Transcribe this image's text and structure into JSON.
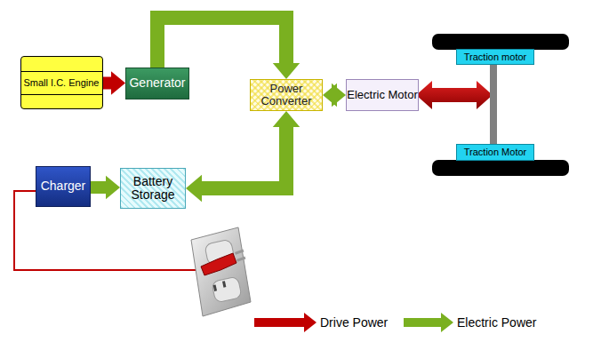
{
  "diagram": {
    "nodes": [
      {
        "text": [
          "Small I.C. Engine"
        ]
      },
      {
        "text": [
          "Generator"
        ]
      },
      {
        "text": [
          "Power Converter"
        ]
      },
      {
        "text": [
          "Electric Motor"
        ]
      },
      {
        "text": [
          "Traction motor"
        ]
      },
      {
        "text": [
          "Traction Motor"
        ]
      },
      {
        "text": [
          "Charger"
        ]
      },
      {
        "text": [
          "Battery Storage"
        ]
      }
    ],
    "edges": [
      {
        "from": 0,
        "to": 1,
        "arrow": "to"
      },
      {
        "from": 1,
        "to": 2,
        "arrow": "to"
      },
      {
        "from": 2,
        "to": 3,
        "arrow": "both"
      },
      {
        "from": 4,
        "to": 5,
        "arrow": "none"
      },
      {
        "from": 6,
        "to": 7,
        "arrow": "to"
      },
      {
        "from": 7,
        "to": 2,
        "arrow": "both"
      }
    ],
    "legend": [
      {
        "text": "Drive Power",
        "color": "#c00000"
      },
      {
        "text": "Electric Power",
        "color": "#7ab020"
      }
    ]
  }
}
